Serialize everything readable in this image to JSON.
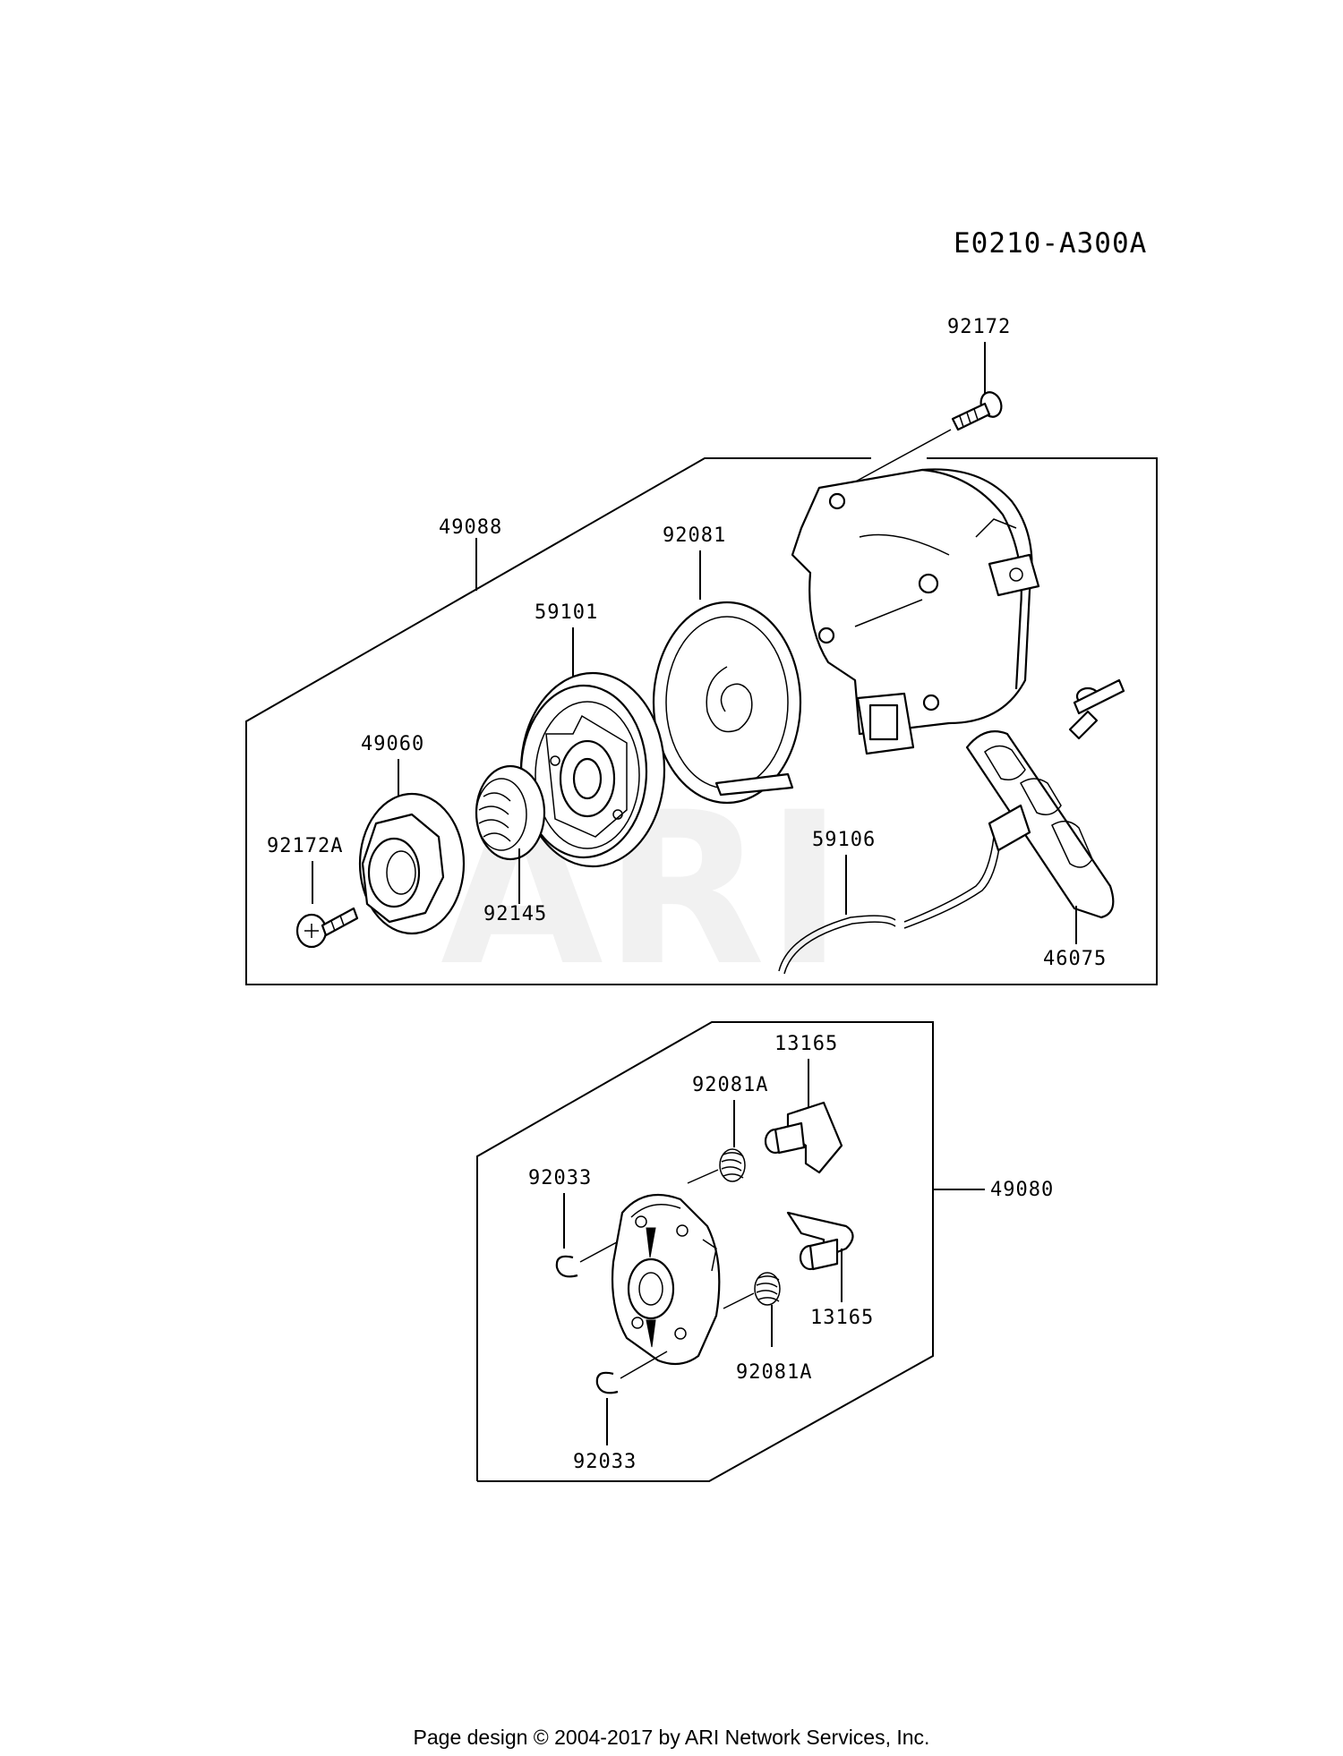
{
  "diagram_code": "E0210-A300A",
  "watermark": "ARI",
  "parts": {
    "p92172": "92172",
    "p49088": "49088",
    "p92081": "92081",
    "p59101": "59101",
    "p49060": "49060",
    "p92172A": "92172A",
    "p92145": "92145",
    "p59106": "59106",
    "p46075": "46075",
    "p13165_top": "13165",
    "p92081A_top": "92081A",
    "p92033_top": "92033",
    "p49080": "49080",
    "p13165_bottom": "13165",
    "p92081A_bottom": "92081A",
    "p92033_bottom": "92033"
  },
  "footer": "Page design © 2004-2017 by ARI Network Services, Inc."
}
